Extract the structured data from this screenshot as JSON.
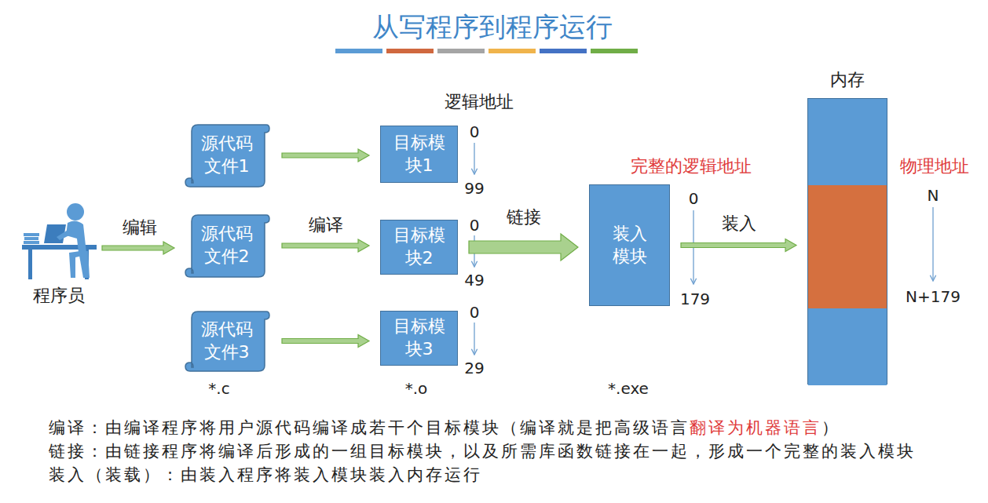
{
  "diagram": {
    "title": "从写程序到程序运行",
    "nodes": [
      {
        "text": [
          "源代码文件1"
        ]
      },
      {
        "text": [
          "源代码文件2"
        ]
      },
      {
        "text": [
          "源代码文件3"
        ]
      },
      {
        "text": [
          "目标模块1"
        ]
      },
      {
        "text": [
          "目标模块2"
        ]
      },
      {
        "text": [
          "目标模块3"
        ]
      },
      {
        "text": [
          "装入模块"
        ]
      },
      {
        "text": [
          "内存"
        ]
      }
    ],
    "edges": [
      {
        "from": 0,
        "to": 3,
        "arrow": "to"
      },
      {
        "from": 1,
        "to": 4,
        "label": "编译",
        "arrow": "to"
      },
      {
        "from": 2,
        "to": 5,
        "arrow": "to"
      },
      {
        "from": 4,
        "to": 6,
        "label": "链接",
        "arrow": "to"
      },
      {
        "from": 6,
        "to": 7,
        "label": "装入",
        "arrow": "to"
      }
    ],
    "labels": [
      "逻辑地址",
      "0",
      "99",
      "0",
      "49",
      "0",
      "29",
      "*.c",
      "*.o",
      "*.exe",
      "完整的逻辑地址",
      "0",
      "179",
      "物理地址",
      "N",
      "N+179",
      "程序员",
      "编辑",
      "编译：由编译程序将用户源代码编译成若干个目标模块（编译就是把高级语言",
      "翻译为机器语言",
      "）",
      "链接：由链接程序将编译后形成的一组目标模块，以及所需库函数链接在一起，形成一个完整的装入模块",
      "装入（装载）：由装入程序将装入模块装入内存运行"
    ]
  }
}
